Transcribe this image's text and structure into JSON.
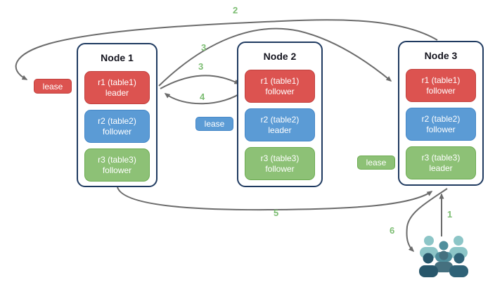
{
  "diagram": {
    "title": "raft-leaders-leases-diagram",
    "nodes": [
      {
        "title": "Node 1",
        "replicas": [
          {
            "name": "r1 (table1)",
            "role": "leader",
            "color": "#dc5350"
          },
          {
            "name": "r2 (table2)",
            "role": "follower",
            "color": "#5b9bd5"
          },
          {
            "name": "r3 (table3)",
            "role": "follower",
            "color": "#8dc176"
          }
        ]
      },
      {
        "title": "Node 2",
        "replicas": [
          {
            "name": "r1 (table1)",
            "role": "follower",
            "color": "#dc5350"
          },
          {
            "name": "r2 (table2)",
            "role": "leader",
            "color": "#5b9bd5"
          },
          {
            "name": "r3 (table3)",
            "role": "follower",
            "color": "#8dc176"
          }
        ]
      },
      {
        "title": "Node 3",
        "replicas": [
          {
            "name": "r1 (table1)",
            "role": "follower",
            "color": "#dc5350"
          },
          {
            "name": "r2 (table2)",
            "role": "follower",
            "color": "#5b9bd5"
          },
          {
            "name": "r3 (table3)",
            "role": "leader",
            "color": "#8dc176"
          }
        ]
      }
    ],
    "leases": [
      {
        "label": "lease",
        "color": "#dc5350",
        "near": "Node 1"
      },
      {
        "label": "lease",
        "color": "#5b9bd5",
        "near": "Node 2"
      },
      {
        "label": "lease",
        "color": "#8dc176",
        "near": "Node 3"
      }
    ],
    "steps": {
      "s1": "1",
      "s2": "2",
      "s3a": "3",
      "s3b": "3",
      "s4": "4",
      "s5": "5",
      "s6": "6"
    },
    "icons": {
      "users_group": "users-icon"
    },
    "colors": {
      "node_border": "#1f3a60",
      "arrow": "#6b6b6b",
      "step_label": "#7cbd72",
      "users_light": "#8cc5c7",
      "users_mid": "#4f8e9c",
      "users_slate": "#45707f",
      "users_dark": "#28576b"
    }
  }
}
